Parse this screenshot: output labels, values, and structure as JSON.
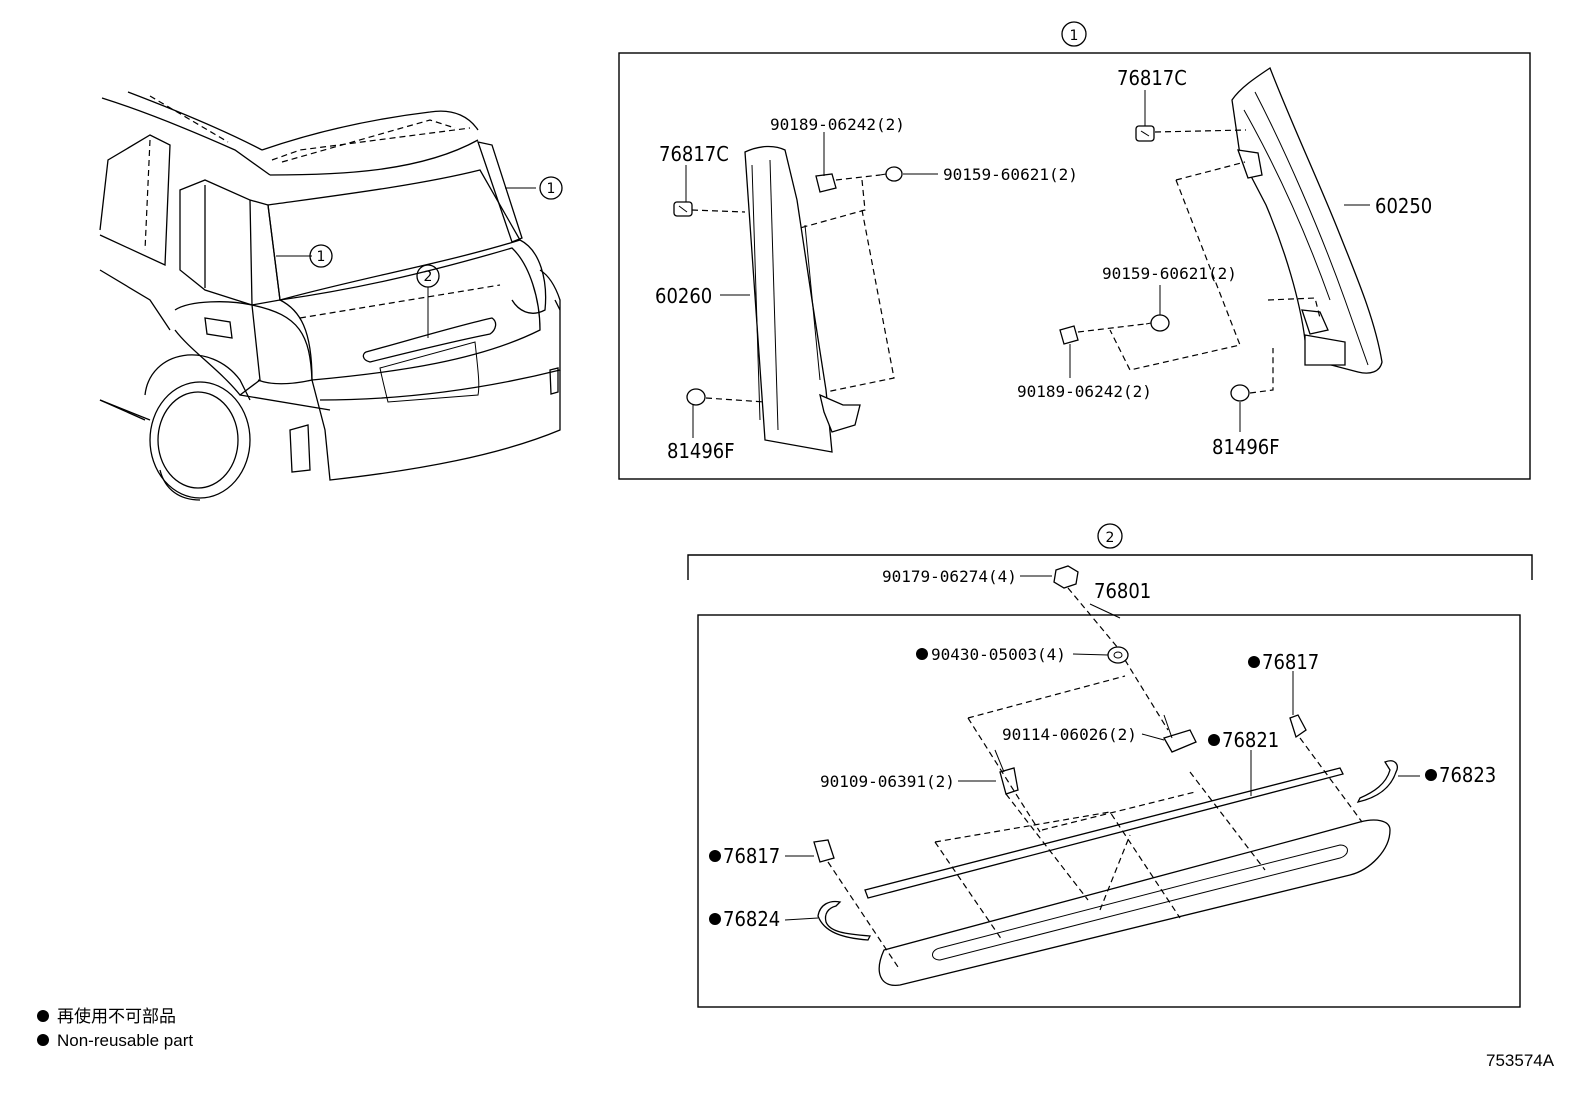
{
  "callouts": {
    "one": "1",
    "two": "2"
  },
  "vehicle": {
    "callout_glass": "1",
    "callout_pillar": "1",
    "callout_garnish": "2"
  },
  "group1": {
    "left": {
      "clip_top": "76817C",
      "screw_top": "90189-06242(2)",
      "bolt_top": "90159-60621(2)",
      "garnish": "60260",
      "clip_bottom": "81496F"
    },
    "right": {
      "clip_top": "76817C",
      "garnish": "60250",
      "bolt": "90159-60621(2)",
      "screw": "90189-06242(2)",
      "clip_bottom": "81496F"
    }
  },
  "group2": {
    "nut": "90179-06274(4)",
    "assembly": "76801",
    "washer": "90430-05003(4)",
    "clip_right": "76817",
    "stud": "90114-06026(2)",
    "moulding": "76821",
    "seal_right": "76823",
    "screw": "90109-06391(2)",
    "clip_left": "76817",
    "seal_left": "76824"
  },
  "legend": {
    "japanese": "再使用不可部品",
    "english": "Non-reusable part"
  },
  "figure_code": "753574A"
}
